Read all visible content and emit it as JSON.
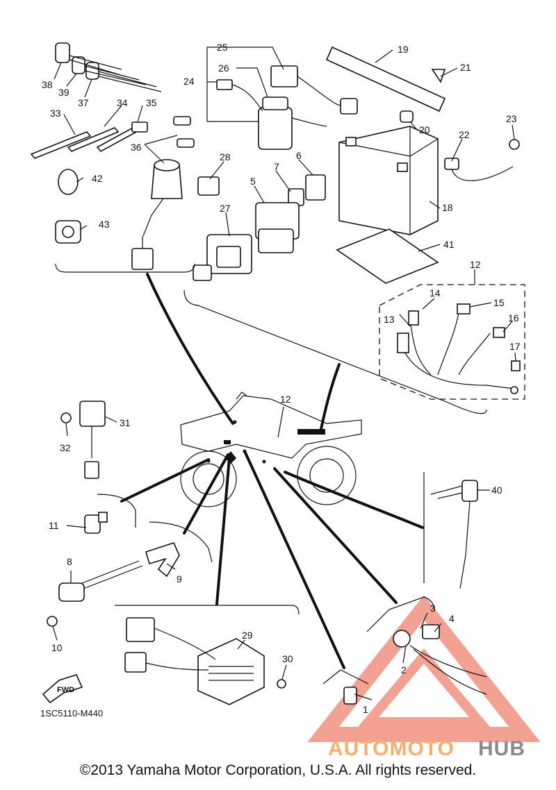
{
  "diagram": {
    "code": "1SC5110-M440",
    "fwd_label": "FWD",
    "copyright": "©2013 Yamaha Motor Corporation, U.S.A. All rights reserved.",
    "watermark": {
      "part1": "AUTOMOTO",
      "part2": "HUB",
      "color1": "#f5b06a",
      "color2": "#8a8a8a"
    },
    "callouts": [
      "1",
      "2",
      "3",
      "4",
      "5",
      "6",
      "7",
      "8",
      "9",
      "10",
      "11",
      "12",
      "12",
      "13",
      "14",
      "15",
      "16",
      "17",
      "18",
      "19",
      "20",
      "21",
      "22",
      "23",
      "24",
      "25",
      "26",
      "27",
      "28",
      "29",
      "30",
      "31",
      "32",
      "33",
      "34",
      "35",
      "36",
      "37",
      "38",
      "39",
      "40",
      "41",
      "42",
      "43"
    ]
  }
}
